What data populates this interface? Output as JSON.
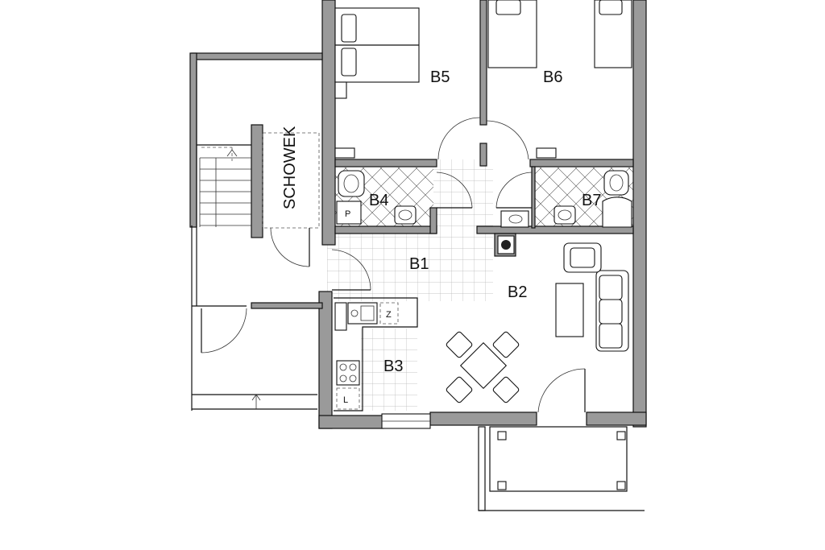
{
  "rooms": {
    "b1": "B1",
    "b2": "B2",
    "b3": "B3",
    "b4": "B4",
    "b5": "B5",
    "b6": "B6",
    "b7": "B7",
    "storage": "SCHOWEK"
  },
  "fixtures": {
    "fridge": "Z",
    "washer": "P",
    "dishwasher": "L"
  }
}
